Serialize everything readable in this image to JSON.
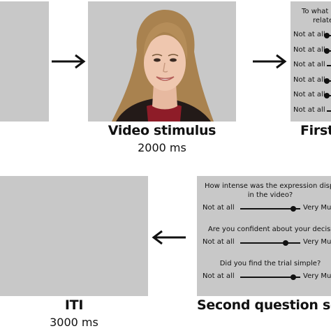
{
  "video_panel": {
    "title": "Video stimulus",
    "duration": "2000 ms",
    "face_icon": "woman-face-photo"
  },
  "first_panel": {
    "title": "First",
    "question_lines": [
      "To what",
      "relate"
    ],
    "scales": [
      {
        "left": "Not at all",
        "level": 0.95
      },
      {
        "left": "Not at all",
        "level": 0.95
      },
      {
        "left": "Not at all",
        "level": 1.0
      },
      {
        "left": "Not at all",
        "level": 0.95
      },
      {
        "left": "Not at all",
        "level": 0.95
      },
      {
        "left": "Not at all",
        "level": 1.0
      }
    ]
  },
  "second_panel": {
    "title": "Second question scr",
    "questions": [
      {
        "lines": [
          "How intense was the expression displ",
          "in the video?"
        ],
        "left": "Not at all",
        "right": "Very Mu",
        "level": 0.88
      },
      {
        "lines": [
          "Are you confident about your decisi"
        ],
        "left": "Not at all",
        "right": "Very Mu",
        "level": 0.75
      },
      {
        "lines": [
          "Did you find the trial simple?"
        ],
        "left": "Not at all",
        "right": "Very Mu",
        "level": 0.88
      }
    ]
  },
  "iti_panel": {
    "title": "ITI",
    "duration": "3000 ms"
  },
  "colors": {
    "panel": "#c8c8c8",
    "ink": "#111111"
  }
}
